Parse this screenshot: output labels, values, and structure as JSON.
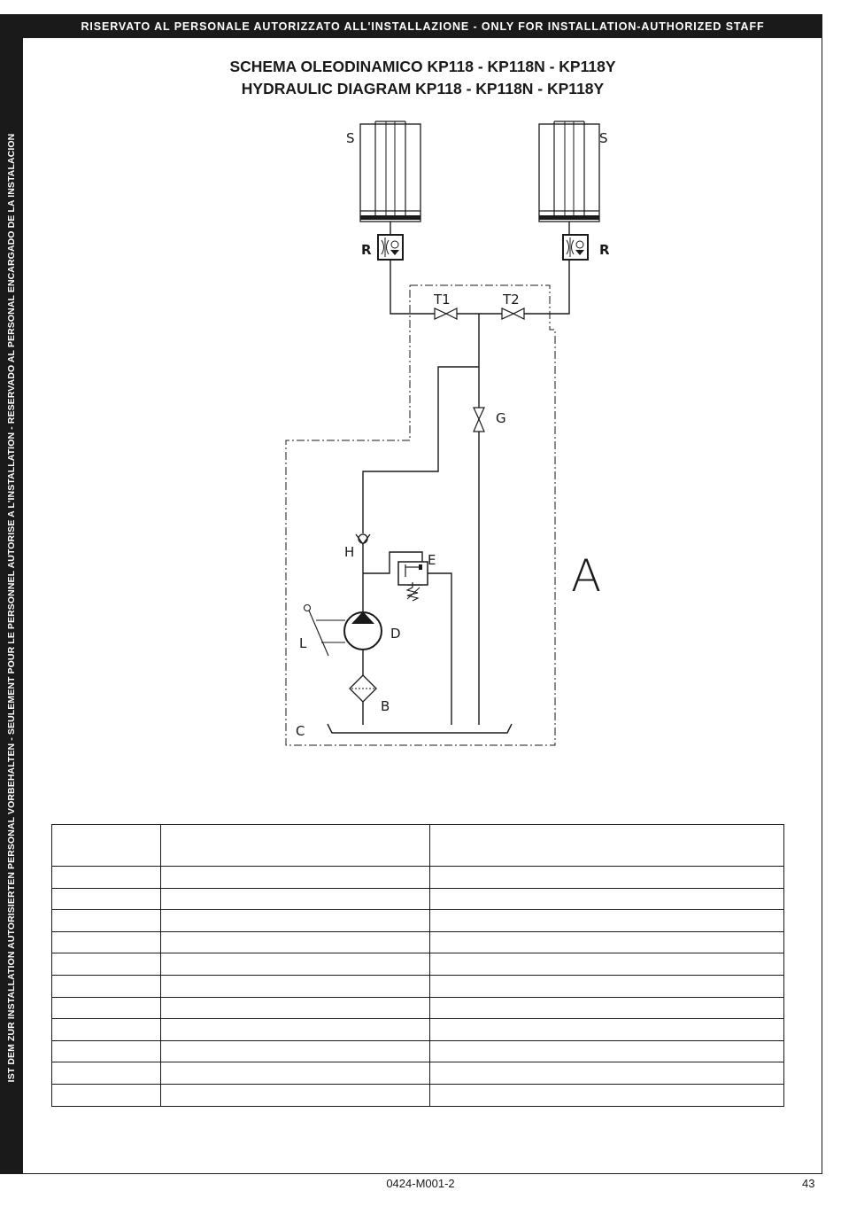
{
  "header": {
    "banner": "RISERVATO AL PERSONALE AUTORIZZATO ALL'INSTALLAZIONE - ONLY FOR INSTALLATION-AUTHORIZED STAFF",
    "side": "IST DEM ZUR INSTALLATION AUTORISIERTEN PERSONAL VORBEHALTEN - SEULEMENT POUR LE PERSONNEL AUTORISE A L'INSTALLATION - RESERVADO AL PERSONAL ENCARGADO DE LA INSTALACION"
  },
  "title": {
    "line1": "SCHEMA OLEODINAMICO KP118 - KP118N - KP118Y",
    "line2": "HYDRAULIC DIAGRAM KP118 - KP118N - KP118Y"
  },
  "diagram": {
    "labels": {
      "s_left": "S",
      "s_right": "S",
      "r_left": "R",
      "r_right": "R",
      "t1": "T1",
      "t2": "T2",
      "g": "G",
      "h": "H",
      "e": "E",
      "d": "D",
      "l": "L",
      "b": "B",
      "c": "C",
      "a": "A"
    }
  },
  "table": {
    "header": [
      "",
      "",
      ""
    ],
    "rows": [
      [
        "",
        "",
        ""
      ],
      [
        "",
        "",
        ""
      ],
      [
        "",
        "",
        ""
      ],
      [
        "",
        "",
        ""
      ],
      [
        "",
        "",
        ""
      ],
      [
        "",
        "",
        ""
      ],
      [
        "",
        "",
        ""
      ],
      [
        "",
        "",
        ""
      ],
      [
        "",
        "",
        ""
      ],
      [
        "",
        "",
        ""
      ],
      [
        "",
        "",
        ""
      ]
    ]
  },
  "footer": {
    "code": "0424-M001-2",
    "page": "43"
  }
}
